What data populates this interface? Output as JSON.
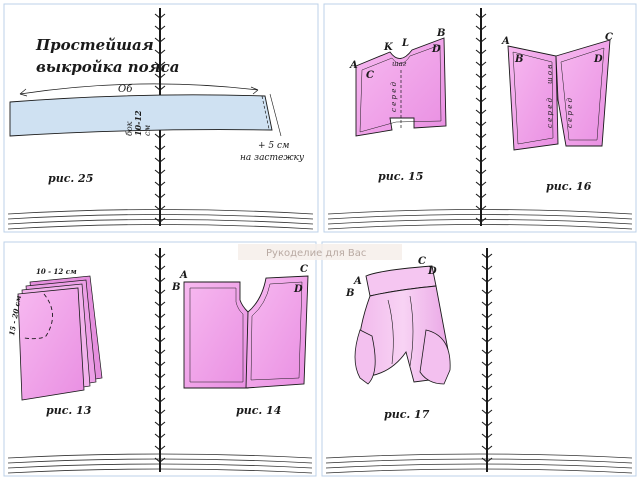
{
  "panel_top_left": {
    "title_line1": "Простейшая",
    "title_line2": "выкройка пояса",
    "arc_label": "Об",
    "width_label_1": "бок",
    "width_label_2": "10-12",
    "width_label_3": "см",
    "extra_label": "+ 5 см",
    "extra_label_2": "на застежку",
    "caption": "рис. 25"
  },
  "panel_top_right": {
    "fig15": {
      "a": "A",
      "k": "K",
      "l": "L",
      "b": "B",
      "c": "C",
      "d": "D",
      "shag": "шаг",
      "seredina": "с е р е д",
      "caption": "рис. 15"
    },
    "fig16": {
      "a": "A",
      "b": "B",
      "c": "C",
      "d": "D",
      "shov": "ш о в",
      "seredina_1": "с е р е д",
      "seredina_2": "с е р е д",
      "caption": "рис. 16"
    }
  },
  "panel_bottom_left": {
    "fig13": {
      "top_label": "10 - 12 см",
      "side_label": "15 - 20 см",
      "caption": "рис. 13"
    },
    "fig14": {
      "a": "A",
      "b": "B",
      "c": "C",
      "d": "D",
      "caption": "рис. 14"
    }
  },
  "panel_bottom_right": {
    "fig17": {
      "a": "A",
      "b": "B",
      "c": "C",
      "d": "D",
      "caption": "рис. 17"
    }
  },
  "watermark": "Рукоделие для Вас",
  "colors": {
    "pink": "#f2a6ea",
    "pink_dark": "#c77fc5",
    "blue": "#cfe1f2",
    "line": "#1a1a1a"
  }
}
